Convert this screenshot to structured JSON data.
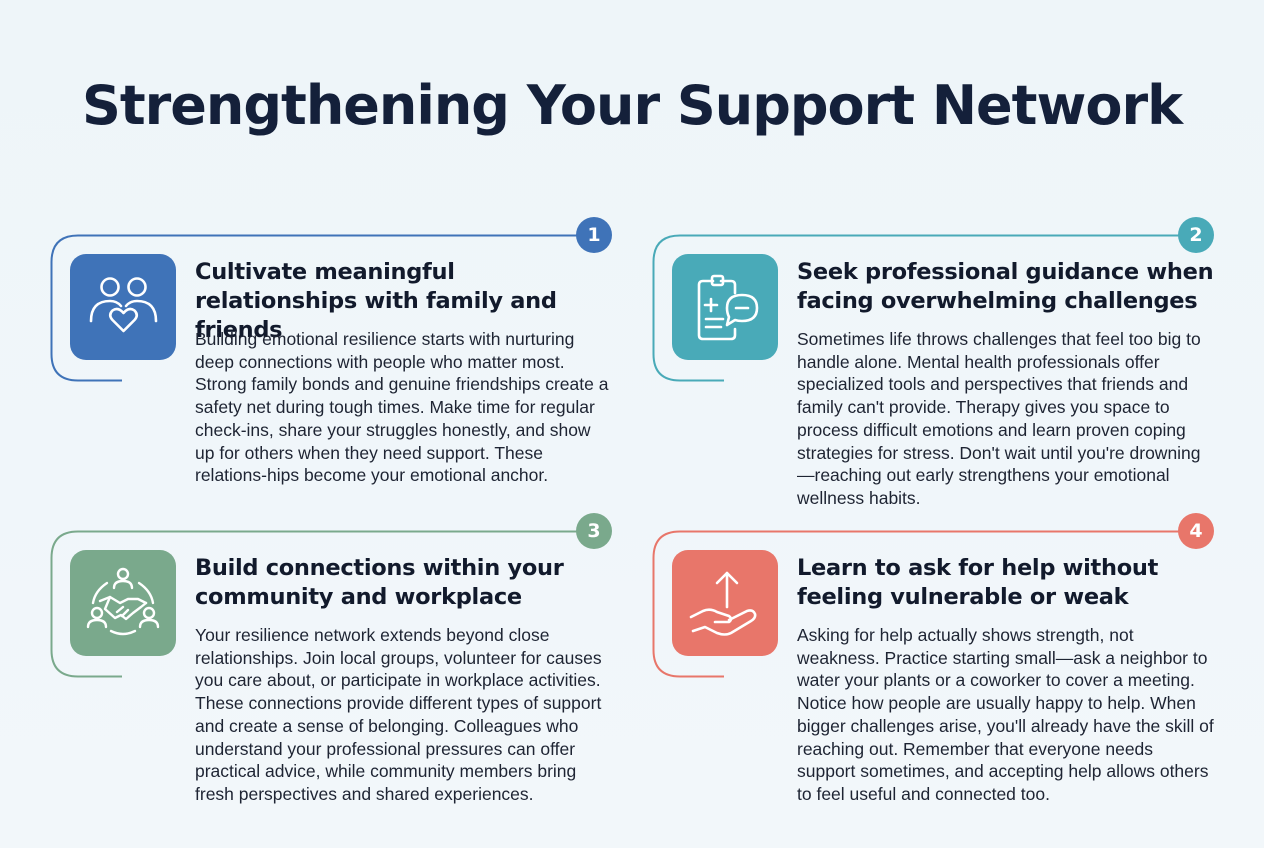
{
  "title": "Strengthening Your Support Network",
  "colors": {
    "blue": "#3f73b8",
    "teal": "#49aab8",
    "green": "#7aa98c",
    "coral": "#e8766a",
    "title": "#14203a"
  },
  "cards": [
    {
      "number": "1",
      "icon": "people-heart-icon",
      "heading": "Cultivate meaningful relationships with family and friends",
      "body": "Building emotional resilience starts with nurturing deep connections with people who matter most. Strong family bonds and genuine friendships create a safety net during tough times. Make time for regular check-ins, share your struggles honestly, and show up for others when they need support. These relations-hips become your emotional anchor."
    },
    {
      "number": "2",
      "icon": "clipboard-chat-icon",
      "heading": "Seek professional guidance when facing overwhelming challenges",
      "body": "Sometimes life throws challenges that feel too big to handle alone. Mental health professionals offer specialized tools and perspectives that friends and family can't provide. Therapy gives you space to process difficult emotions and learn proven coping strategies for stress. Don't wait until you're drowning—reaching out early strengthens your emotional wellness habits."
    },
    {
      "number": "3",
      "icon": "handshake-community-icon",
      "heading": "Build connections within your community and workplace",
      "body": "Your resilience network extends beyond close relationships. Join local groups, volunteer for causes you care about, or participate in workplace activities. These connections provide different types of support and create a sense of belonging. Colleagues who understand your professional pressures can offer practical advice, while community members bring fresh perspectives and shared experiences."
    },
    {
      "number": "4",
      "icon": "open-hand-arrow-icon",
      "heading": "Learn to ask for help without feeling vulnerable or weak",
      "body": "Asking for help actually shows strength, not weakness. Practice starting small—ask a neighbor to water your plants or a coworker to cover a meeting. Notice how people are usually happy to help. When bigger challenges arise, you'll already have the skill of reaching out. Remember that everyone needs support sometimes, and accepting help allows others to feel useful and connected too."
    }
  ]
}
